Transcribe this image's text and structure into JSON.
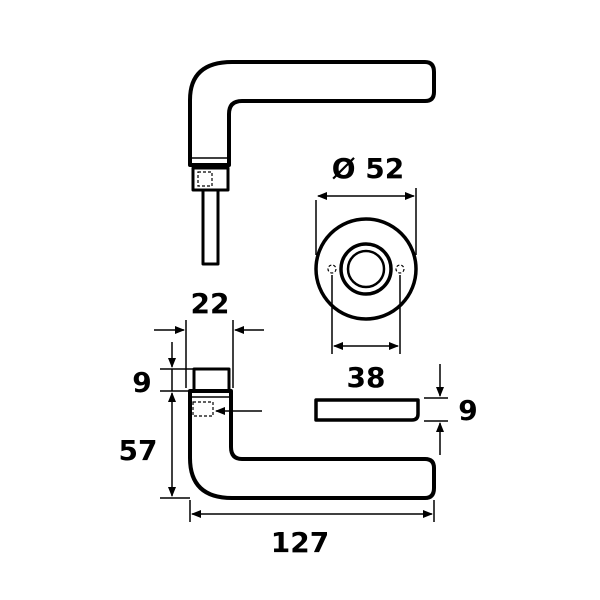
{
  "dimensions": {
    "rose_diameter": "Ø 52",
    "rose_inner": "38",
    "rose_thickness": "9",
    "neck_width": "22",
    "neck_height": "9",
    "handle_height": "57",
    "handle_length": "127"
  },
  "colors": {
    "line": "#000000",
    "background": "#ffffff"
  }
}
